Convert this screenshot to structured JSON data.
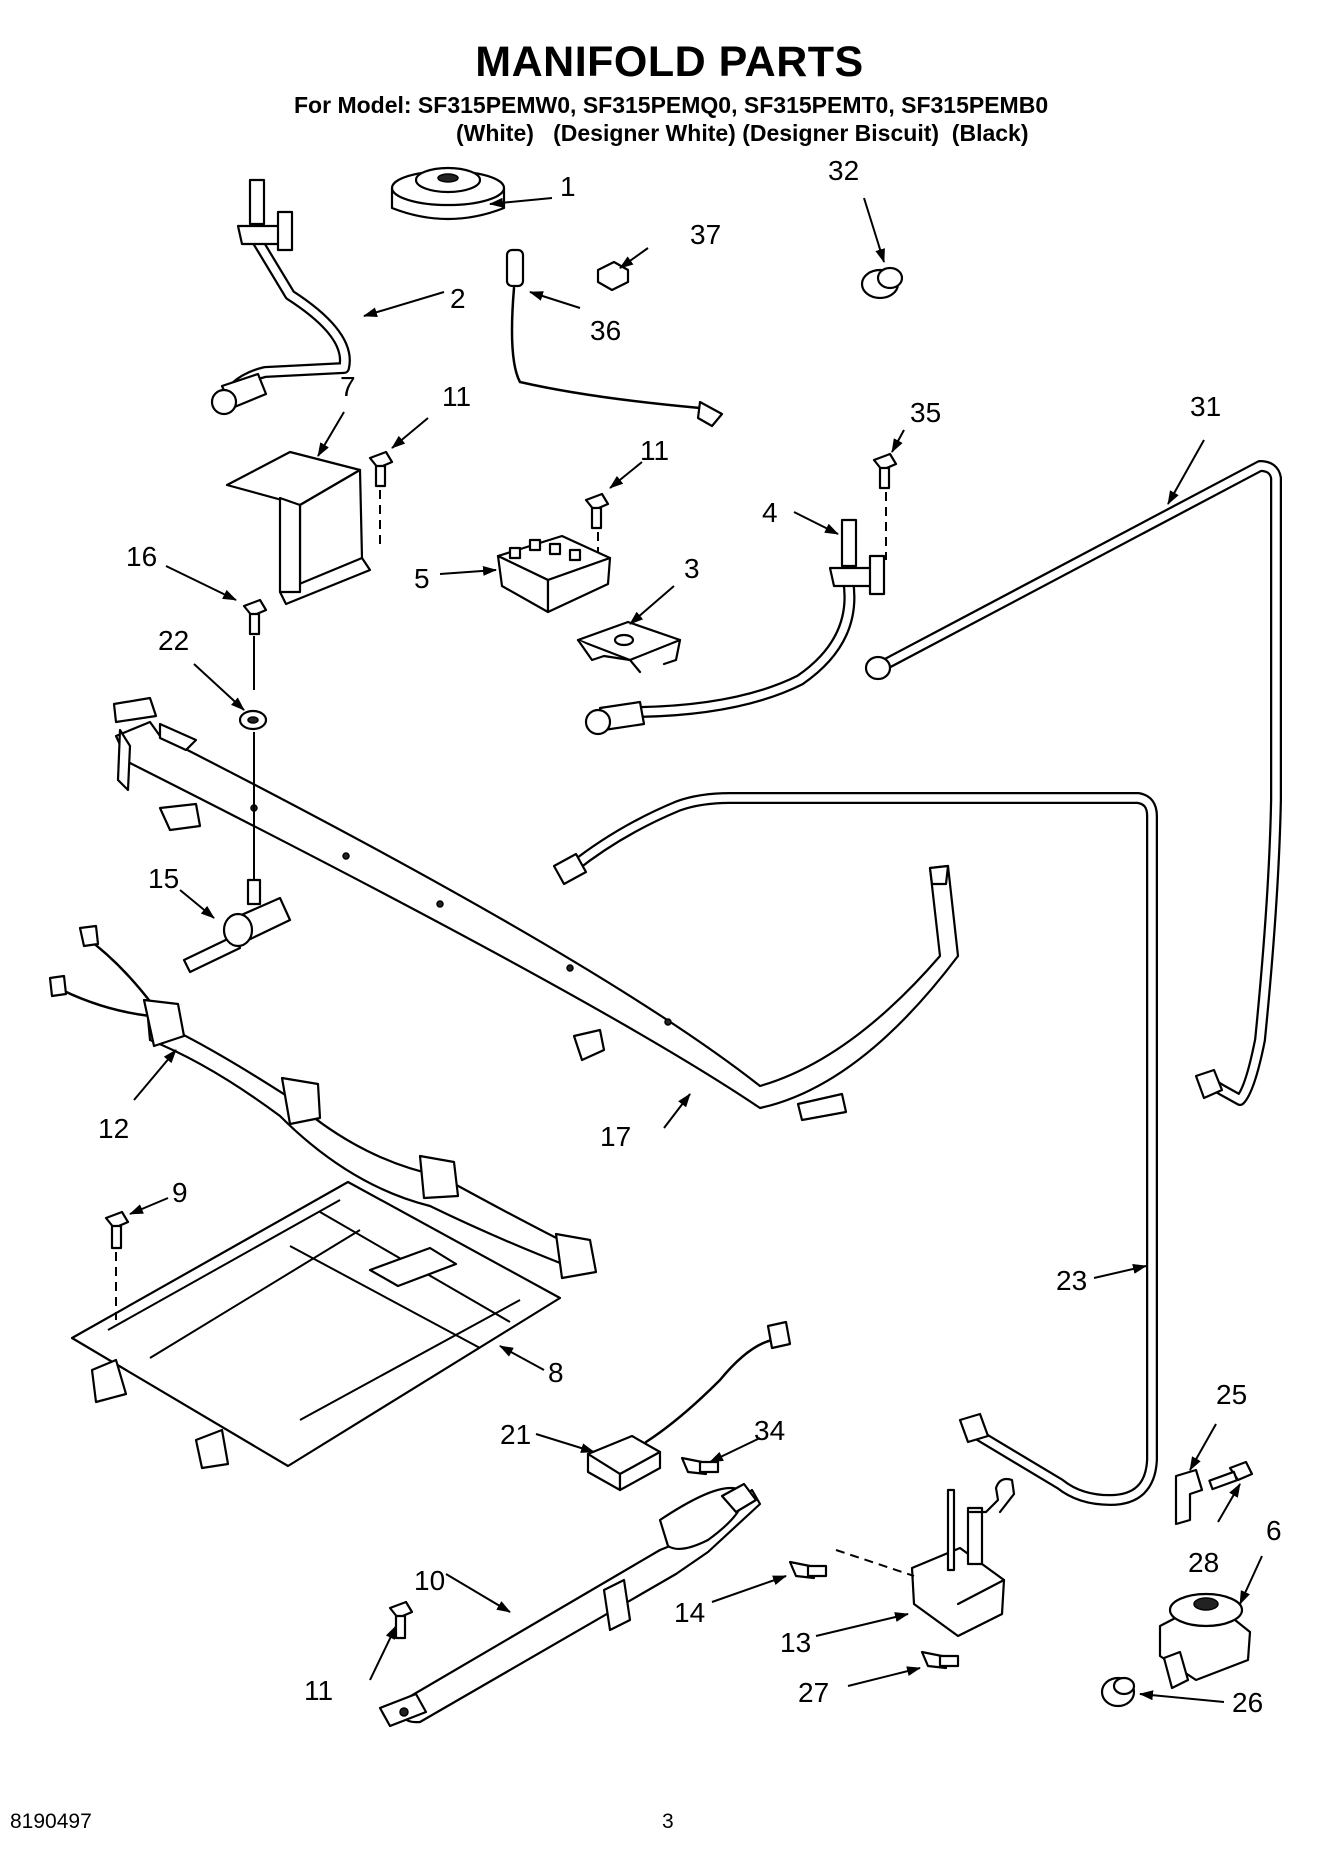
{
  "header": {
    "title": "MANIFOLD PARTS",
    "model_line": "For Model: SF315PEMW0, SF315PEMQ0, SF315PEMT0, SF315PEMB0",
    "variants_line": "(White)   (Designer White) (Designer Biscuit)  (Black)"
  },
  "footer": {
    "doc_number": "8190497",
    "page_number": "3"
  },
  "callouts": {
    "c1": "1",
    "c2": "2",
    "c3": "3",
    "c4": "4",
    "c5": "5",
    "c6": "6",
    "c7": "7",
    "c8": "8",
    "c9": "9",
    "c10": "10",
    "c11a": "11",
    "c11b": "11",
    "c11c": "11",
    "c12": "12",
    "c13": "13",
    "c14": "14",
    "c15": "15",
    "c16": "16",
    "c17": "17",
    "c21": "21",
    "c22": "22",
    "c23": "23",
    "c25": "25",
    "c26": "26",
    "c27": "27",
    "c28": "28",
    "c31": "31",
    "c32": "32",
    "c34": "34",
    "c35": "35",
    "c36": "36",
    "c37": "37"
  }
}
